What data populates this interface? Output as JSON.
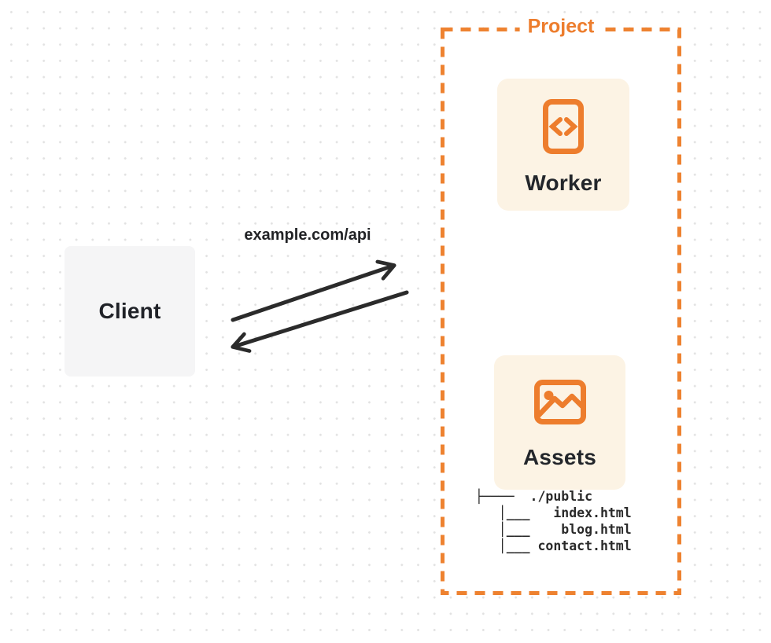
{
  "colors": {
    "accent_orange": "#ED7D2D",
    "card_background": "#FCF3E4",
    "client_background": "#F5F5F6",
    "ink": "#23262B",
    "arrow": "#2B2B2B",
    "dot_grid": "#E2E2E2"
  },
  "client": {
    "label": "Client"
  },
  "request": {
    "label": "example.com/api"
  },
  "project": {
    "label": "Project",
    "worker": {
      "label": "Worker",
      "icon": "code-document-icon"
    },
    "assets": {
      "label": "Assets",
      "icon": "image-icon"
    },
    "file_tree": {
      "root": "./public",
      "files": [
        "index.html",
        "blog.html",
        "contact.html"
      ],
      "lines": [
        "├────  ./public",
        "   │___   index.html",
        "   │___    blog.html",
        "   │___ contact.html"
      ]
    }
  }
}
